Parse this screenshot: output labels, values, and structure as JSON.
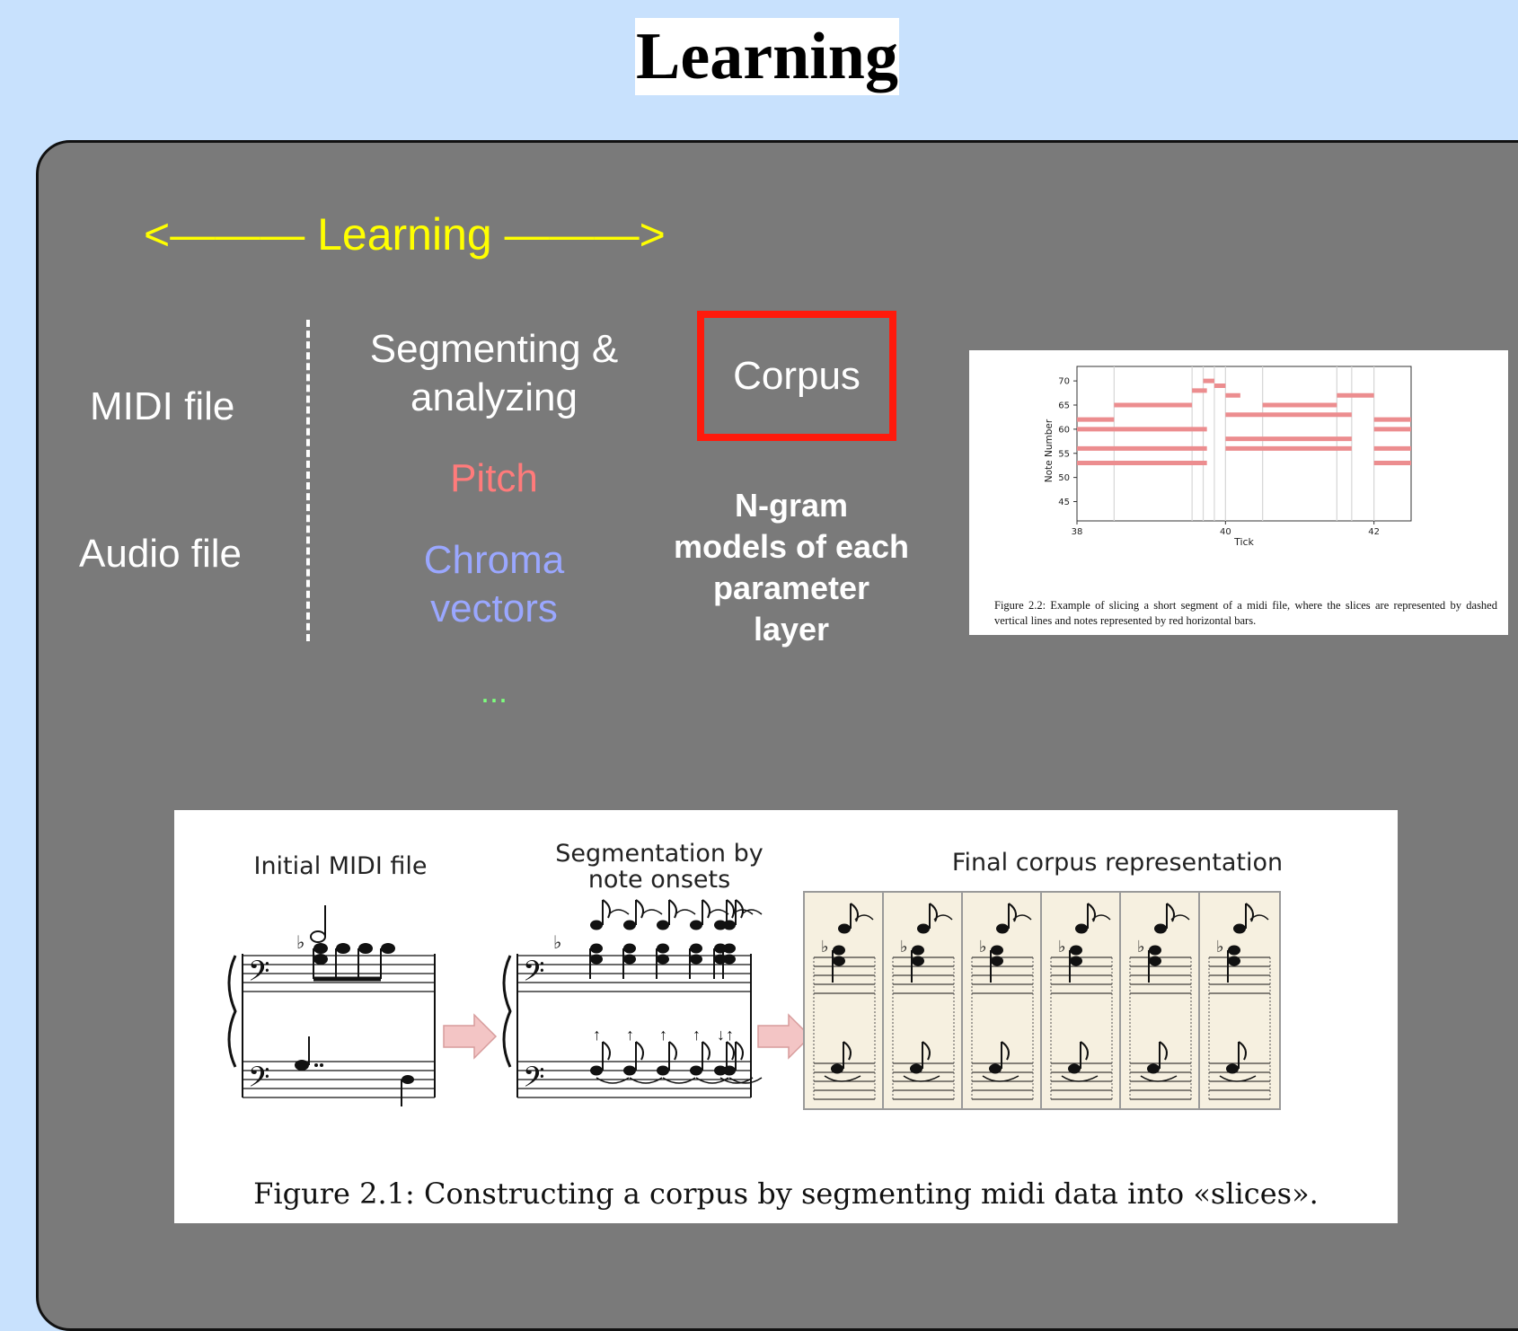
{
  "title": "Learning",
  "learning_arrow": "<——— Learning ———>",
  "sources": [
    "MIDI file",
    "Audio file"
  ],
  "segmenting": {
    "line1": "Segmenting &",
    "line2": "analyzing"
  },
  "features": {
    "pitch": "Pitch",
    "chroma_line1": "Chroma",
    "chroma_line2": "vectors",
    "ellipsis": "..."
  },
  "corpus_label": "Corpus",
  "ngram": {
    "line1": "N-gram",
    "line2": "models of each",
    "line3": "parameter",
    "line4": "layer"
  },
  "colors": {
    "background": "#c8e1fd",
    "panel": "#7a7a7a",
    "arrow_text": "#ffff00",
    "pitch": "#ff7b7b",
    "chroma": "#9aa7ff",
    "ellipsis": "#7dff7d",
    "corpus_border": "#ff1a0c",
    "note_bars": "#ec8d8f"
  },
  "figure_2_2": {
    "caption": "Figure 2.2:  Example of slicing a short segment of a midi file, where the slices are represented by dashed vertical lines and notes represented by red horizontal bars.",
    "chart_data": {
      "type": "bar",
      "title": "",
      "xlabel": "Tick",
      "ylabel": "Note Number",
      "xlim": [
        38,
        42.5
      ],
      "ylim": [
        41,
        73
      ],
      "xticks": [
        38,
        40,
        42
      ],
      "yticks": [
        45,
        50,
        55,
        60,
        65,
        70
      ],
      "grid": "vertical slice lines",
      "slice_lines": [
        38.5,
        39.55,
        39.7,
        39.85,
        40.0,
        40.5,
        41.5,
        41.7,
        42.0
      ],
      "notes": [
        {
          "start": 38.0,
          "end": 38.5,
          "pitch": 62
        },
        {
          "start": 38.0,
          "end": 39.75,
          "pitch": 60
        },
        {
          "start": 38.0,
          "end": 39.75,
          "pitch": 56
        },
        {
          "start": 38.0,
          "end": 39.75,
          "pitch": 53
        },
        {
          "start": 38.5,
          "end": 39.55,
          "pitch": 65
        },
        {
          "start": 39.55,
          "end": 39.75,
          "pitch": 68
        },
        {
          "start": 39.7,
          "end": 39.85,
          "pitch": 70
        },
        {
          "start": 39.85,
          "end": 40.0,
          "pitch": 69
        },
        {
          "start": 40.0,
          "end": 40.2,
          "pitch": 67
        },
        {
          "start": 40.0,
          "end": 41.7,
          "pitch": 63
        },
        {
          "start": 40.0,
          "end": 41.7,
          "pitch": 58
        },
        {
          "start": 40.0,
          "end": 41.7,
          "pitch": 56
        },
        {
          "start": 40.5,
          "end": 41.5,
          "pitch": 65
        },
        {
          "start": 41.5,
          "end": 42.0,
          "pitch": 67
        },
        {
          "start": 42.0,
          "end": 42.5,
          "pitch": 62
        },
        {
          "start": 42.0,
          "end": 42.5,
          "pitch": 60
        },
        {
          "start": 42.0,
          "end": 42.5,
          "pitch": 56
        },
        {
          "start": 42.0,
          "end": 42.5,
          "pitch": 53
        }
      ]
    }
  },
  "figure_2_1": {
    "label_initial": "Initial MIDI file",
    "label_seg_line1": "Segmentation by",
    "label_seg_line2": "note onsets",
    "label_final": "Final corpus representation",
    "caption": "Figure 2.1: Constructing a corpus by segmenting midi data into «slices»."
  }
}
